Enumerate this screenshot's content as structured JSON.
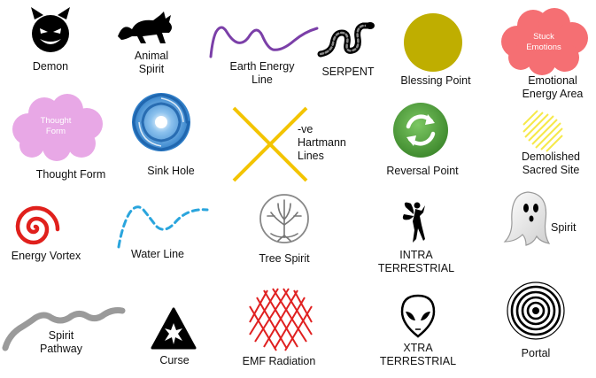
{
  "legend": {
    "demon": "Demon",
    "animal_spirit": "Animal\nSpirit",
    "earth_energy_line": "Earth Energy\nLine",
    "serpent": "SERPENT",
    "blessing_point": "Blessing Point",
    "stuck_emotions": "Stuck\nEmotions",
    "emotional_energy_area": "Emotional\nEnergy Area",
    "thought_form_cloud": "Thought\nForm",
    "thought_form": "Thought Form",
    "sink_hole": "Sink Hole",
    "hartmann_neg": "-ve",
    "hartmann_lines": "Hartmann\nLines",
    "reversal_point": "Reversal Point",
    "demolished_sacred_site": "Demolished\nSacred Site",
    "energy_vortex": "Energy Vortex",
    "water_line": "Water Line",
    "tree_spirit": "Tree Spirit",
    "intra_terrestrial": "INTRA\nTERRESTRIAL",
    "spirit": "Spirit",
    "spirit_pathway": "Spirit\nPathway",
    "curse": "Curse",
    "emf_radiation": "EMF Radiation",
    "xtra_terrestrial": "XTRA\nTERRESTRIAL",
    "portal": "Portal"
  },
  "colors": {
    "earth_energy_line": "#7b3fa8",
    "blessing_point": "#bfae00",
    "emotional_cloud": "#f56f73",
    "thought_cloud": "#e8a8e6",
    "hartmann": "#f3c400",
    "reversal": "#5aa845",
    "demolished": "#f6e94a",
    "vortex": "#e0201c",
    "water_line": "#2aa5dd",
    "pathway": "#9a9a9a",
    "emf": "#e02020",
    "sink_hole": "#2e7ec8"
  }
}
